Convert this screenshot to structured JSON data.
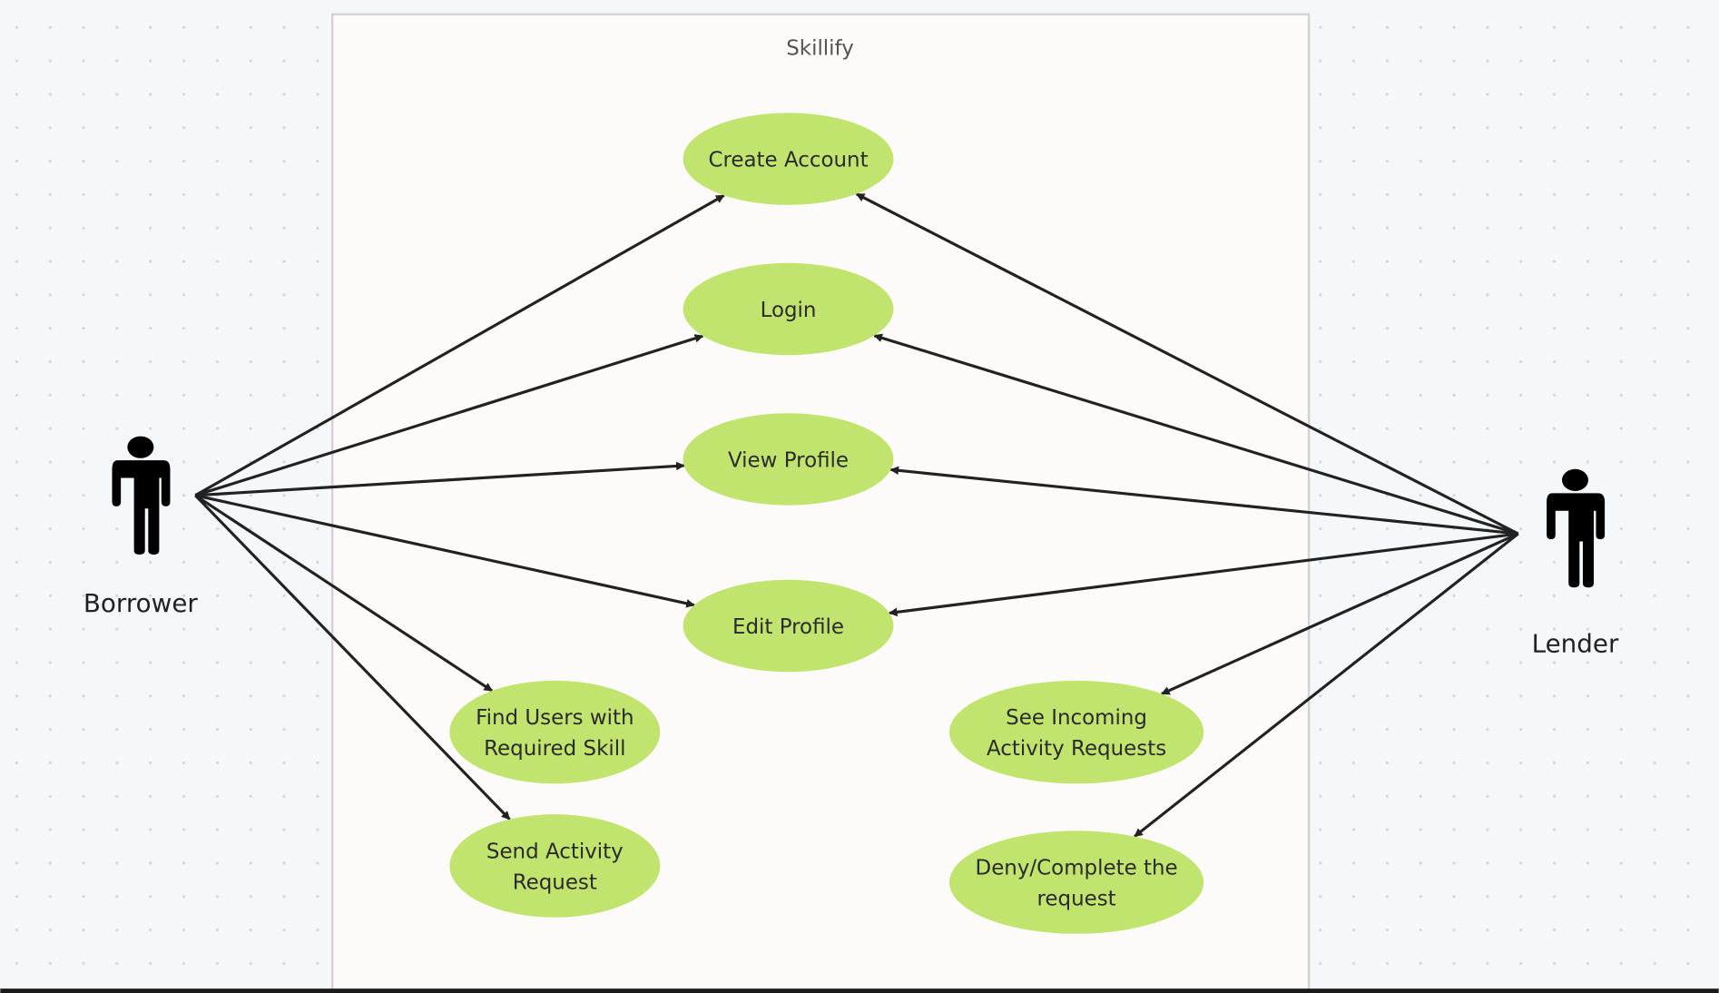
{
  "diagram": {
    "system_title": "Skillify",
    "colors": {
      "use_case_fill": "#c0e46e",
      "system_fill": "#fcfbf9",
      "canvas": "#f6f7fa",
      "edge": "#222222"
    },
    "actors": [
      {
        "id": "borrower",
        "label": "Borrower",
        "icon": "person-icon"
      },
      {
        "id": "lender",
        "label": "Lender",
        "icon": "person-icon"
      }
    ],
    "use_cases": [
      {
        "id": "create_account",
        "lines": [
          "Create Account"
        ]
      },
      {
        "id": "login",
        "lines": [
          "Login"
        ]
      },
      {
        "id": "view_profile",
        "lines": [
          "View Profile"
        ]
      },
      {
        "id": "edit_profile",
        "lines": [
          "Edit Profile"
        ]
      },
      {
        "id": "find_users",
        "lines": [
          "Find Users with",
          "Required Skill"
        ]
      },
      {
        "id": "send_request",
        "lines": [
          "Send Activity",
          "Request"
        ]
      },
      {
        "id": "see_requests",
        "lines": [
          "See Incoming",
          "Activity Requests"
        ]
      },
      {
        "id": "deny_complete",
        "lines": [
          "Deny/Complete the",
          "request"
        ]
      }
    ],
    "associations": [
      {
        "from": "borrower",
        "to": "create_account"
      },
      {
        "from": "borrower",
        "to": "login"
      },
      {
        "from": "borrower",
        "to": "view_profile"
      },
      {
        "from": "borrower",
        "to": "edit_profile"
      },
      {
        "from": "borrower",
        "to": "find_users"
      },
      {
        "from": "borrower",
        "to": "send_request"
      },
      {
        "from": "lender",
        "to": "create_account"
      },
      {
        "from": "lender",
        "to": "login"
      },
      {
        "from": "lender",
        "to": "view_profile"
      },
      {
        "from": "lender",
        "to": "edit_profile"
      },
      {
        "from": "lender",
        "to": "see_requests"
      },
      {
        "from": "lender",
        "to": "deny_complete"
      }
    ]
  }
}
